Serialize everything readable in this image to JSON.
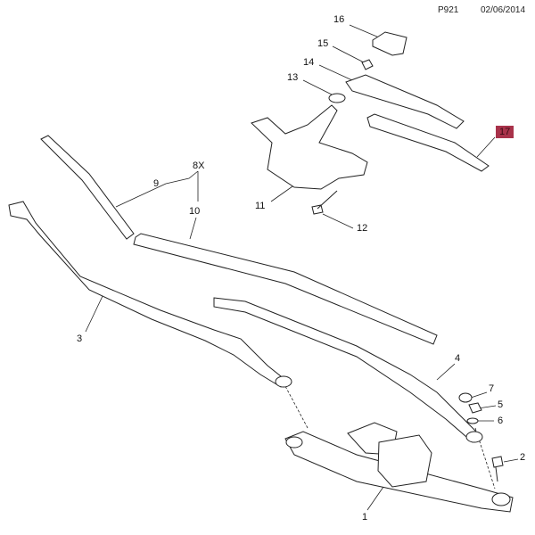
{
  "header": {
    "page_id": "P921",
    "date": "02/06/2014"
  },
  "highlight_color": "#a8324a",
  "callouts": {
    "c1": "1",
    "c2": "2",
    "c3": "3",
    "c4": "4",
    "c5": "5",
    "c6": "6",
    "c7": "7",
    "c8x": "8X",
    "c9": "9",
    "c10": "10",
    "c11": "11",
    "c12": "12",
    "c13": "13",
    "c14": "14",
    "c15": "15",
    "c16": "16",
    "c17": "17"
  }
}
